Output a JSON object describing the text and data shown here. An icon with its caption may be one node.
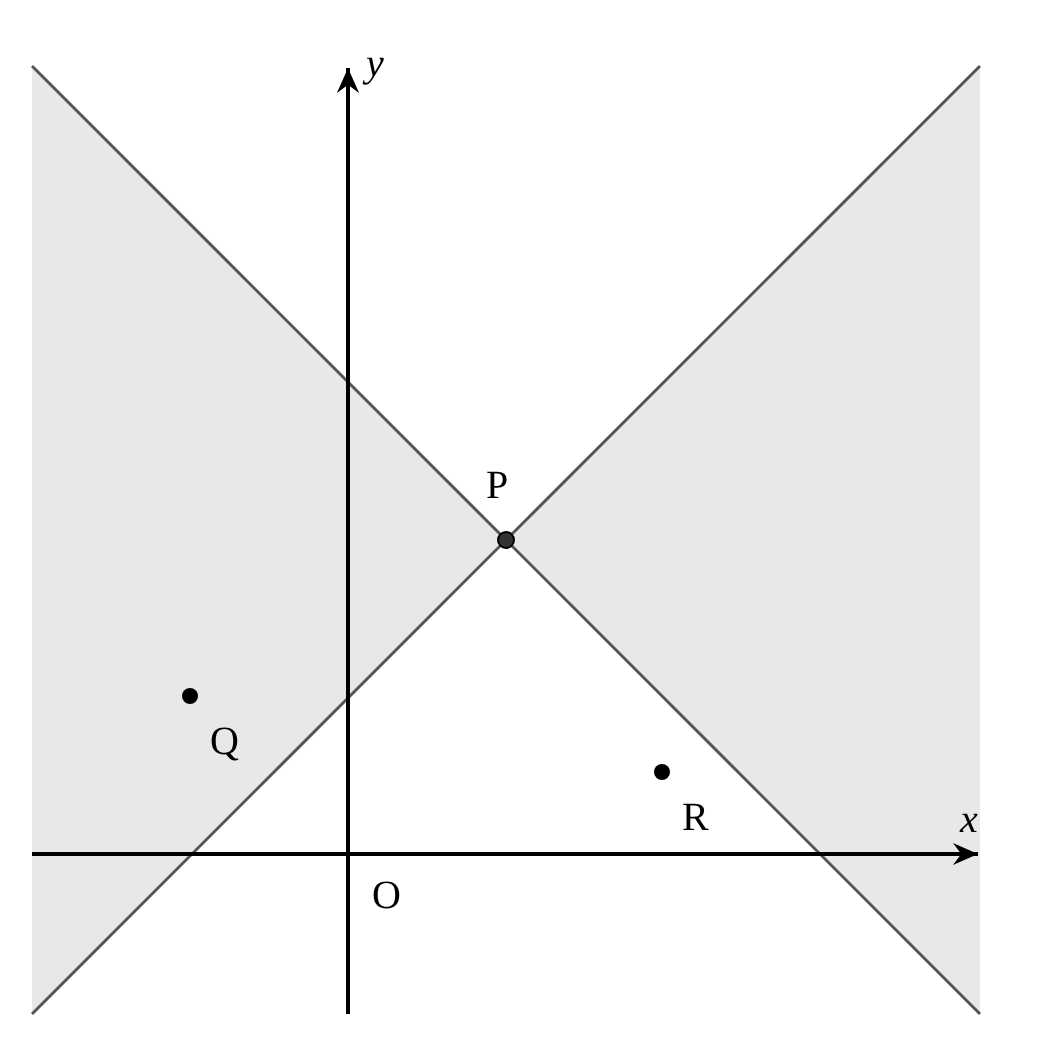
{
  "diagram": {
    "labels": [
      "y",
      "P",
      "Q",
      "R",
      "x",
      "O"
    ]
  }
}
